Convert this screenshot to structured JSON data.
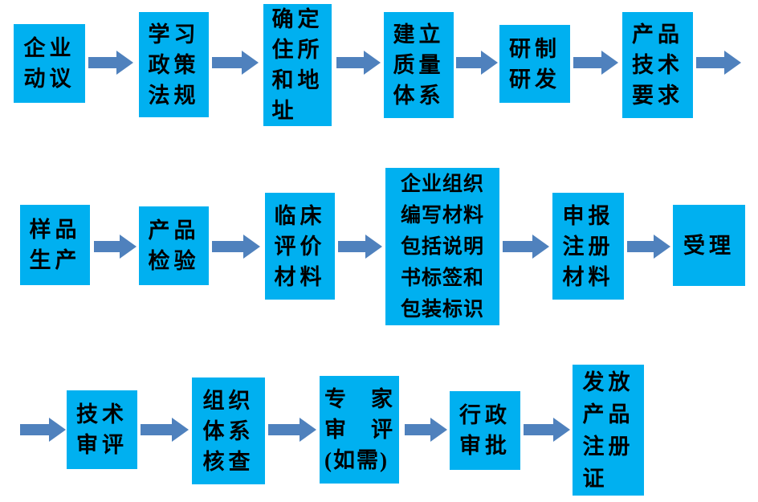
{
  "diagram": {
    "type": "flowchart",
    "description": "Product registration process flow, three rows read left to right",
    "colors": {
      "box_fill": "#00B0F0",
      "arrow": "#4F81BD",
      "text": "#000000",
      "background": "#FFFFFF"
    },
    "rows": [
      {
        "steps": [
          {
            "label": "企业\n动议"
          },
          {
            "label": "学习\n政策\n法规"
          },
          {
            "label": "确定\n住所\n和地\n址"
          },
          {
            "label": "建立\n质量\n体系"
          },
          {
            "label": "研制\n研发"
          },
          {
            "label": "产品\n技术\n要求"
          }
        ]
      },
      {
        "steps": [
          {
            "label": "样品\n生产"
          },
          {
            "label": "产品\n检验"
          },
          {
            "label": "临床\n评价\n材料"
          },
          {
            "label": "企业组织\n编写材料\n包括说明\n书标签和\n包装标识"
          },
          {
            "label": "申报\n注册\n材料"
          },
          {
            "label": "受理"
          }
        ]
      },
      {
        "steps": [
          {
            "label": "技术\n审评"
          },
          {
            "label": "组织\n体系\n核查"
          },
          {
            "label": "专　家\n审　评\n(如需)"
          },
          {
            "label": "行政\n审批"
          },
          {
            "label": "发放\n产品\n注册\n证"
          }
        ]
      }
    ],
    "flow_sequence": [
      "企业动议",
      "学习政策法规",
      "确定住所和地址",
      "建立质量体系",
      "研制研发",
      "产品技术要求",
      "样品生产",
      "产品检验",
      "临床评价材料",
      "企业组织编写材料包括说明书标签和包装标识",
      "申报注册材料",
      "受理",
      "技术审评",
      "组织体系核查",
      "专家审评(如需)",
      "行政审批",
      "发放产品注册证"
    ]
  }
}
